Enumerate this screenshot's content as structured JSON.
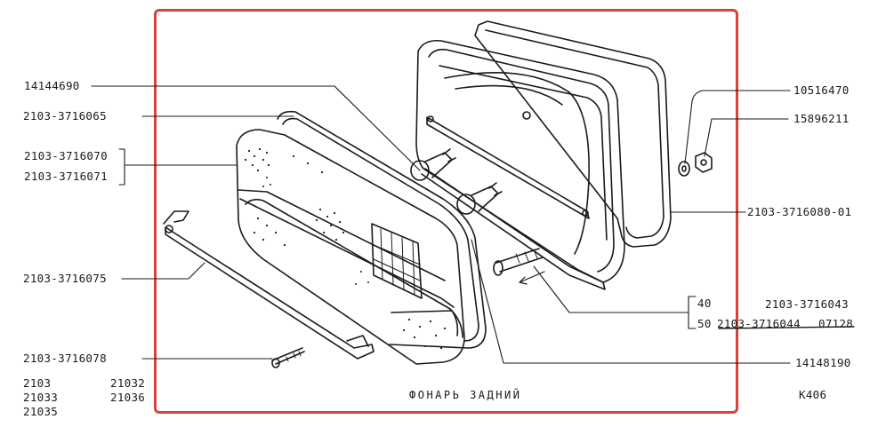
{
  "colors": {
    "frame": "#d9413b",
    "ink": "#1a1a1a",
    "paper": "#ffffff"
  },
  "parts": {
    "p14144690": "14144690",
    "p3716065": "2103-3716065",
    "p3716070": "2103-3716070",
    "p3716071": "2103-3716071",
    "p3716075": "2103-3716075",
    "p3716078": "2103-3716078",
    "p10516470": "10516470",
    "p15896211": "15896211",
    "p3716080": "2103-3716080-01",
    "p3716043": "2103-3716043",
    "p3716044": "2103-3716044",
    "p07128": "07128",
    "p14148190": "14148190",
    "len40": "40",
    "len50": "50"
  },
  "models": {
    "m2103": "2103",
    "m21032": "21032",
    "m21033": "21033",
    "m21036": "21036",
    "m21035": "21035"
  },
  "caption": "ФОНАРЬ ЗАДНИЙ",
  "code": "К406"
}
